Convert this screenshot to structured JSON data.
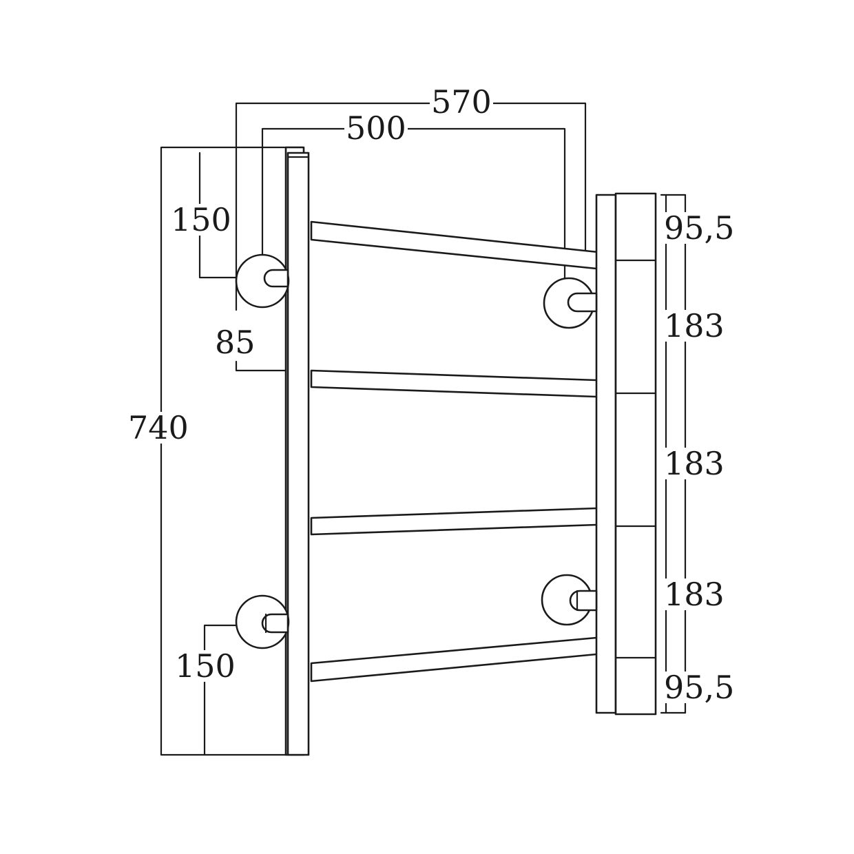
{
  "dimensions": {
    "overall_width": "570",
    "center_width": "500",
    "height": "740",
    "top_bracket_offset": "150",
    "bracket_depth": "85",
    "bottom_bracket_offset": "150",
    "spacing_top": "95,5",
    "spacing_1": "183",
    "spacing_2": "183",
    "spacing_3": "183",
    "spacing_bottom": "95,5"
  }
}
